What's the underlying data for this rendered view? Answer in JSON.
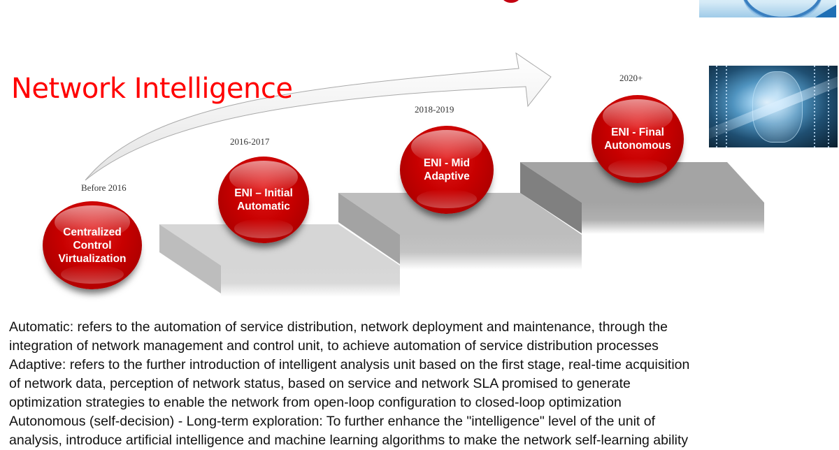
{
  "title": "Network Intelligence",
  "stages": [
    {
      "year": "Before 2016",
      "line1": "Centralized Control",
      "line2": "Virtualization"
    },
    {
      "year": "2016-2017",
      "line1": "ENI – Initial",
      "line2": "Automatic"
    },
    {
      "year": "2018-2019",
      "line1": "ENI -  Mid",
      "line2": "Adaptive"
    },
    {
      "year": "2020+",
      "line1": "ENI -  Final",
      "line2": "Autonomous"
    }
  ],
  "description": {
    "lines": [
      "Automatic: refers to the automation of service distribution, network deployment and maintenance, through the",
      "integration of network management and control unit,  to achieve automation of service distribution processes",
      "Adaptive: refers to the further introduction of intelligent analysis unit based on the first stage, real-time acquisition",
      "of network data, perception of network status, based on service and network SLA promised to generate",
      "optimization strategies to enable the network from open-loop configuration to closed-loop optimization",
      "Autonomous (self-decision) - Long-term exploration: To further enhance the \"intelligence\" level of the unit of",
      "analysis, introduce artificial intelligence and machine learning algorithms to make the network self-learning ability"
    ]
  },
  "images": {
    "top_right_logo": "blue-swoosh-logo",
    "ai_image": "ai-head-digital-image"
  },
  "colors": {
    "title_red": "#ff0000",
    "ball_red": "#c80000",
    "step_light": "#d4d4d4",
    "step_mid": "#bdbdbd",
    "step_dark": "#a3a3a3"
  }
}
